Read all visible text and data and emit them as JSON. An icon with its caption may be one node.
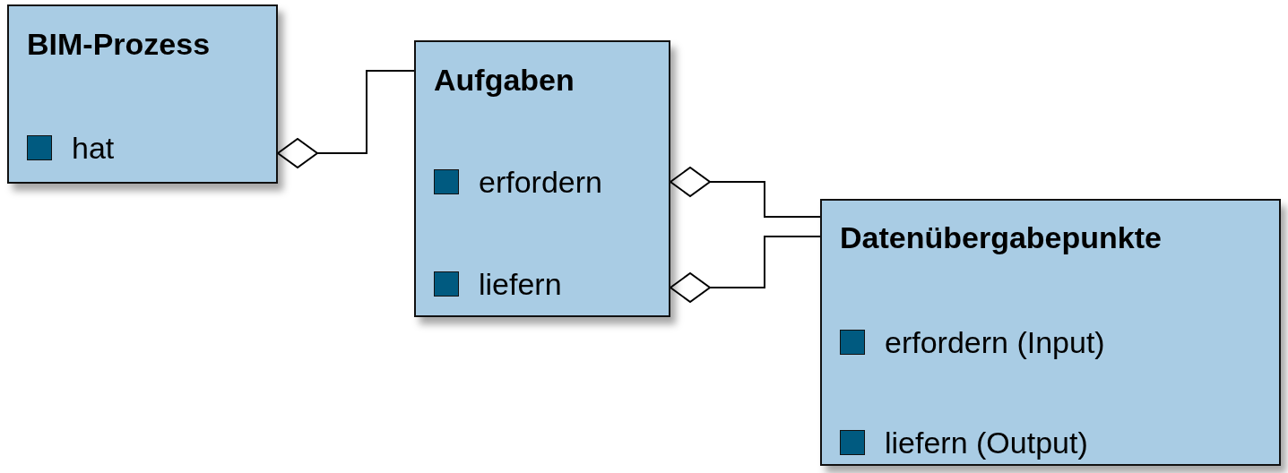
{
  "diagram": {
    "nodes": [
      {
        "text": [
          "BIM-Prozess",
          "hat"
        ]
      },
      {
        "text": [
          "Aufgaben",
          "erfordern",
          "liefern"
        ]
      },
      {
        "text": [
          "Datenübergabepunkte",
          "erfordern (Input)",
          "liefern (Output)"
        ]
      }
    ],
    "edges": [
      {
        "from": 0,
        "to": 1,
        "arrow": "other"
      },
      {
        "from": 1,
        "to": 2,
        "arrow": "other"
      },
      {
        "from": 1,
        "to": 2,
        "arrow": "other"
      }
    ]
  }
}
